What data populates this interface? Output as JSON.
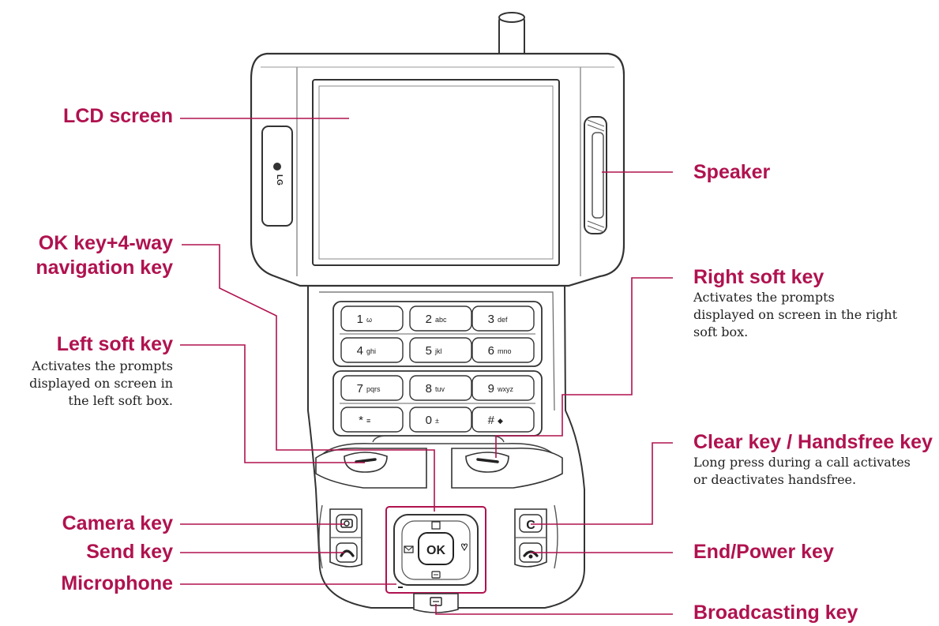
{
  "labels": {
    "lcd_screen": "LCD screen",
    "speaker": "Speaker",
    "ok_key_line1": "OK key+4-way",
    "ok_key_line2": "navigation key",
    "right_soft_key": "Right soft key",
    "right_soft_desc": [
      "Activates the prompts",
      "displayed on screen in the right",
      "soft box."
    ],
    "left_soft_key": "Left soft key",
    "left_soft_desc": [
      "Activates the prompts",
      "displayed on screen in",
      "the left soft box."
    ],
    "clear_key": "Clear key / Handsfree key",
    "clear_desc": [
      "Long press during a call activates",
      "or deactivates handsfree."
    ],
    "camera_key": "Camera key",
    "send_key": "Send key",
    "end_power_key": "End/Power key",
    "microphone": "Microphone",
    "broadcasting_key": "Broadcasting key"
  },
  "phone": {
    "brand": "LG",
    "ok_label": "OK",
    "clear_glyph": "C",
    "keys": [
      {
        "num": "1",
        "sub": "ω"
      },
      {
        "num": "2",
        "sub": "abc"
      },
      {
        "num": "3",
        "sub": "def"
      },
      {
        "num": "4",
        "sub": "ghi"
      },
      {
        "num": "5",
        "sub": "jkl"
      },
      {
        "num": "6",
        "sub": "mno"
      },
      {
        "num": "7",
        "sub": "pqrs"
      },
      {
        "num": "8",
        "sub": "tuv"
      },
      {
        "num": "9",
        "sub": "wxyz"
      },
      {
        "num": "*",
        "sub": "≡"
      },
      {
        "num": "0",
        "sub": "±"
      },
      {
        "num": "#",
        "sub": "◆"
      }
    ]
  },
  "colors": {
    "accent": "#b0124f",
    "outline": "#333333"
  }
}
